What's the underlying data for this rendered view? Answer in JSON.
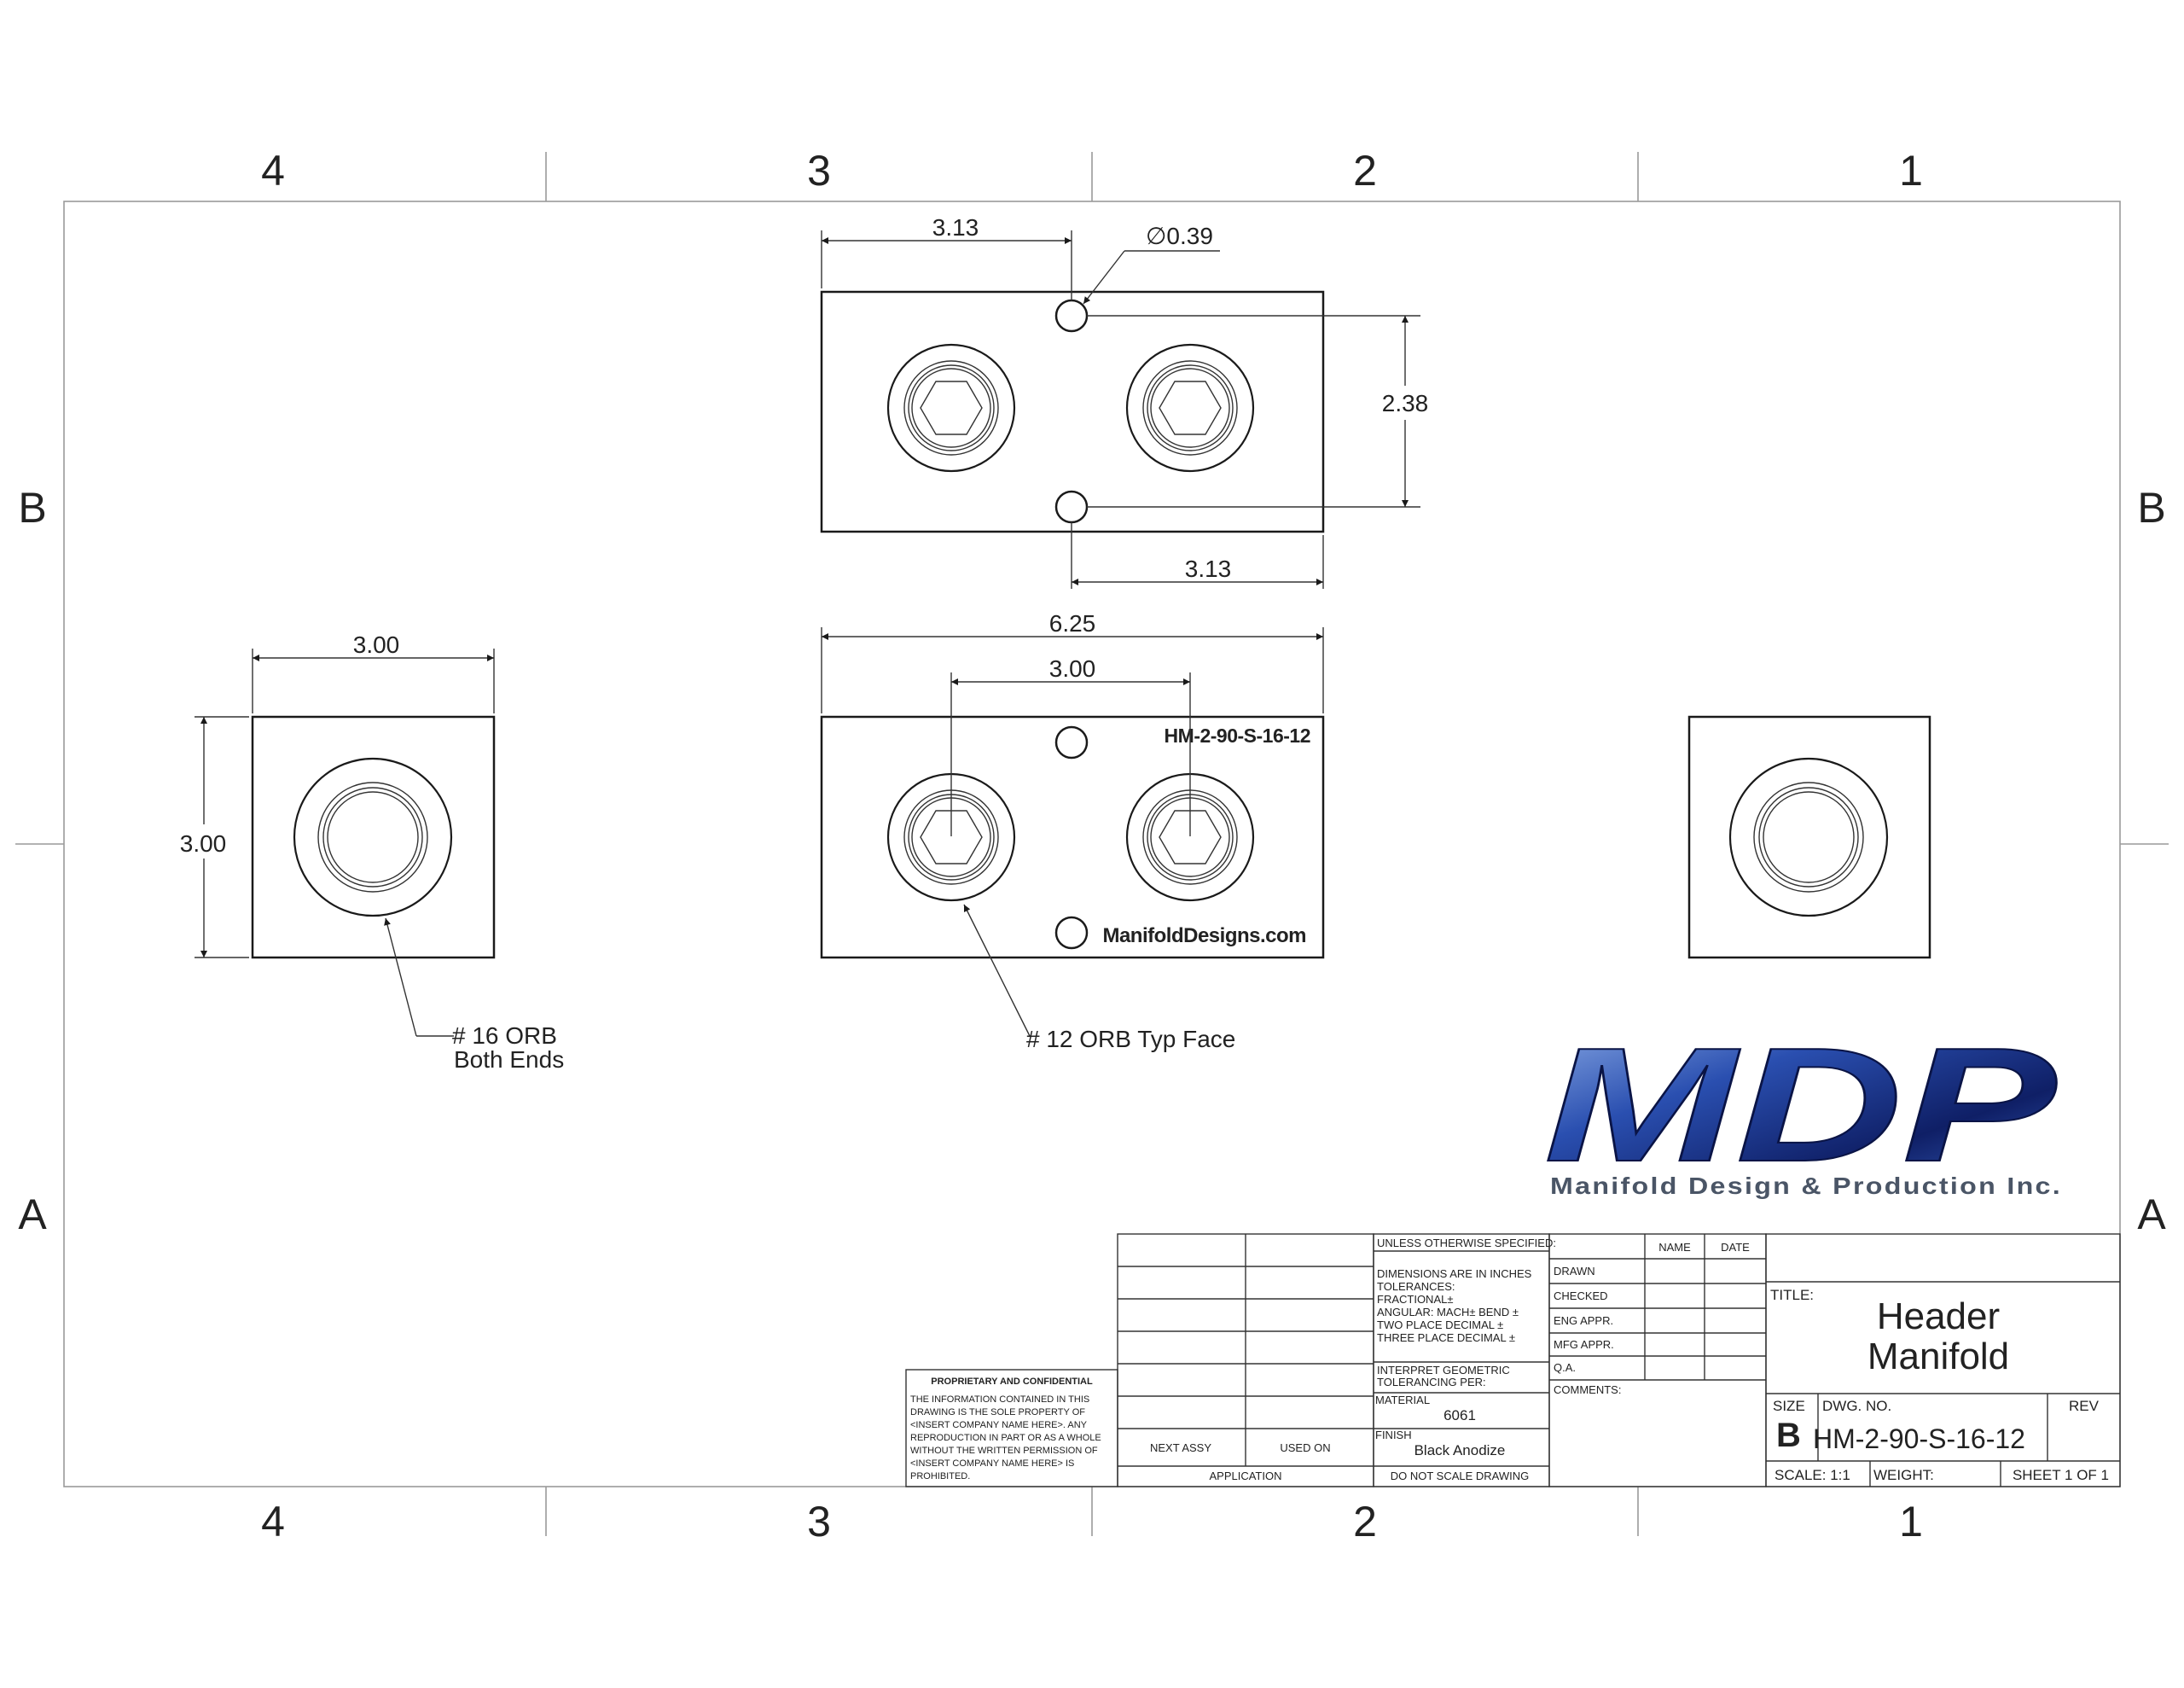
{
  "zones": {
    "columns": [
      "4",
      "3",
      "2",
      "1"
    ],
    "rows": [
      "B",
      "A"
    ]
  },
  "views": {
    "top": {
      "dim_left_offset": "3.13",
      "dim_hole_dia": "∅0.39",
      "dim_hole_spacing": "2.38",
      "dim_right_offset": "3.13"
    },
    "front": {
      "dim_overall_length": "6.25",
      "dim_port_spacing": "3.00",
      "engraved_part_number": "HM-2-90-S-16-12",
      "engraved_website": "ManifoldDesigns.com",
      "note_face_ports": "# 12 ORB Typ Face"
    },
    "left_end": {
      "dim_width": "3.00",
      "dim_height": "3.00",
      "note_end_ports_line1": "# 16 ORB",
      "note_end_ports_line2": "Both Ends"
    }
  },
  "logo": {
    "mark": "MDP",
    "company": "Manifold Design & Production Inc.",
    "colors": {
      "dark": "#0f1f66",
      "mid": "#2a4fb0",
      "light": "#8eaee8"
    }
  },
  "proprietary": {
    "heading": "PROPRIETARY AND CONFIDENTIAL",
    "lines": [
      "THE INFORMATION CONTAINED IN THIS",
      "DRAWING IS THE SOLE PROPERTY OF",
      "<INSERT COMPANY NAME HERE>.  ANY",
      "REPRODUCTION IN PART OR AS A WHOLE",
      "WITHOUT THE WRITTEN PERMISSION OF",
      "<INSERT COMPANY NAME HERE> IS",
      "PROHIBITED."
    ]
  },
  "application_block": {
    "next_assy": "NEXT ASSY",
    "used_on": "USED ON",
    "application": "APPLICATION"
  },
  "spec_block": {
    "unless": "UNLESS OTHERWISE SPECIFIED:",
    "tolerance_lines": [
      "DIMENSIONS ARE IN INCHES",
      "TOLERANCES:",
      "FRACTIONAL±",
      "ANGULAR: MACH±    BEND ±",
      "TWO PLACE DECIMAL    ±",
      "THREE PLACE DECIMAL  ±"
    ],
    "gdt_line1": "INTERPRET GEOMETRIC",
    "gdt_line2": "TOLERANCING PER:",
    "material_label": "MATERIAL",
    "material_value": "6061",
    "finish_label": "FINISH",
    "finish_value": "Black Anodize",
    "do_not_scale": "DO NOT SCALE DRAWING"
  },
  "approvals": {
    "name_header": "NAME",
    "date_header": "DATE",
    "rows": [
      "DRAWN",
      "CHECKED",
      "ENG APPR.",
      "MFG APPR.",
      "Q.A."
    ],
    "comments": "COMMENTS:"
  },
  "title_block": {
    "title_label": "TITLE:",
    "title_line1": "Header",
    "title_line2": "Manifold",
    "size_label": "SIZE",
    "size_value": "B",
    "dwg_no_label": "DWG.  NO.",
    "dwg_no_value": "HM-2-90-S-16-12",
    "rev_label": "REV",
    "scale": "SCALE: 1:1",
    "weight": "WEIGHT:",
    "sheet": "SHEET 1 OF 1"
  }
}
